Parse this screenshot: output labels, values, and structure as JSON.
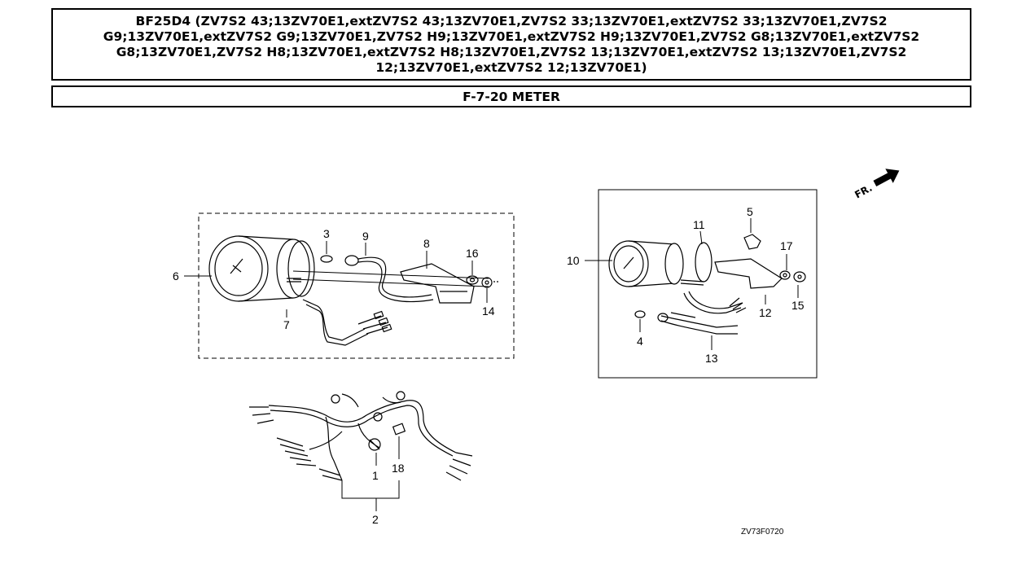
{
  "header": {
    "title": "BF25D4 (ZV7S2 43;13ZV70E1,extZV7S2 43;13ZV70E1,ZV7S2 33;13ZV70E1,extZV7S2 33;13ZV70E1,ZV7S2 G9;13ZV70E1,extZV7S2 G9;13ZV70E1,ZV7S2 H9;13ZV70E1,extZV7S2 H9;13ZV70E1,ZV7S2 G8;13ZV70E1,extZV7S2 G8;13ZV70E1,ZV7S2 H8;13ZV70E1,extZV7S2 H8;13ZV70E1,ZV7S2 13;13ZV70E1,extZV7S2 13;13ZV70E1,ZV7S2 12;13ZV70E1,extZV7S2 12;13ZV70E1)",
    "section": "F-7-20 METER"
  },
  "diagram": {
    "front_marker": "FR.",
    "drawing_code": "ZV73F0720",
    "callouts": [
      "1",
      "2",
      "3",
      "4",
      "5",
      "6",
      "7",
      "8",
      "9",
      "10",
      "11",
      "12",
      "13",
      "14",
      "15",
      "16",
      "17",
      "18"
    ]
  }
}
